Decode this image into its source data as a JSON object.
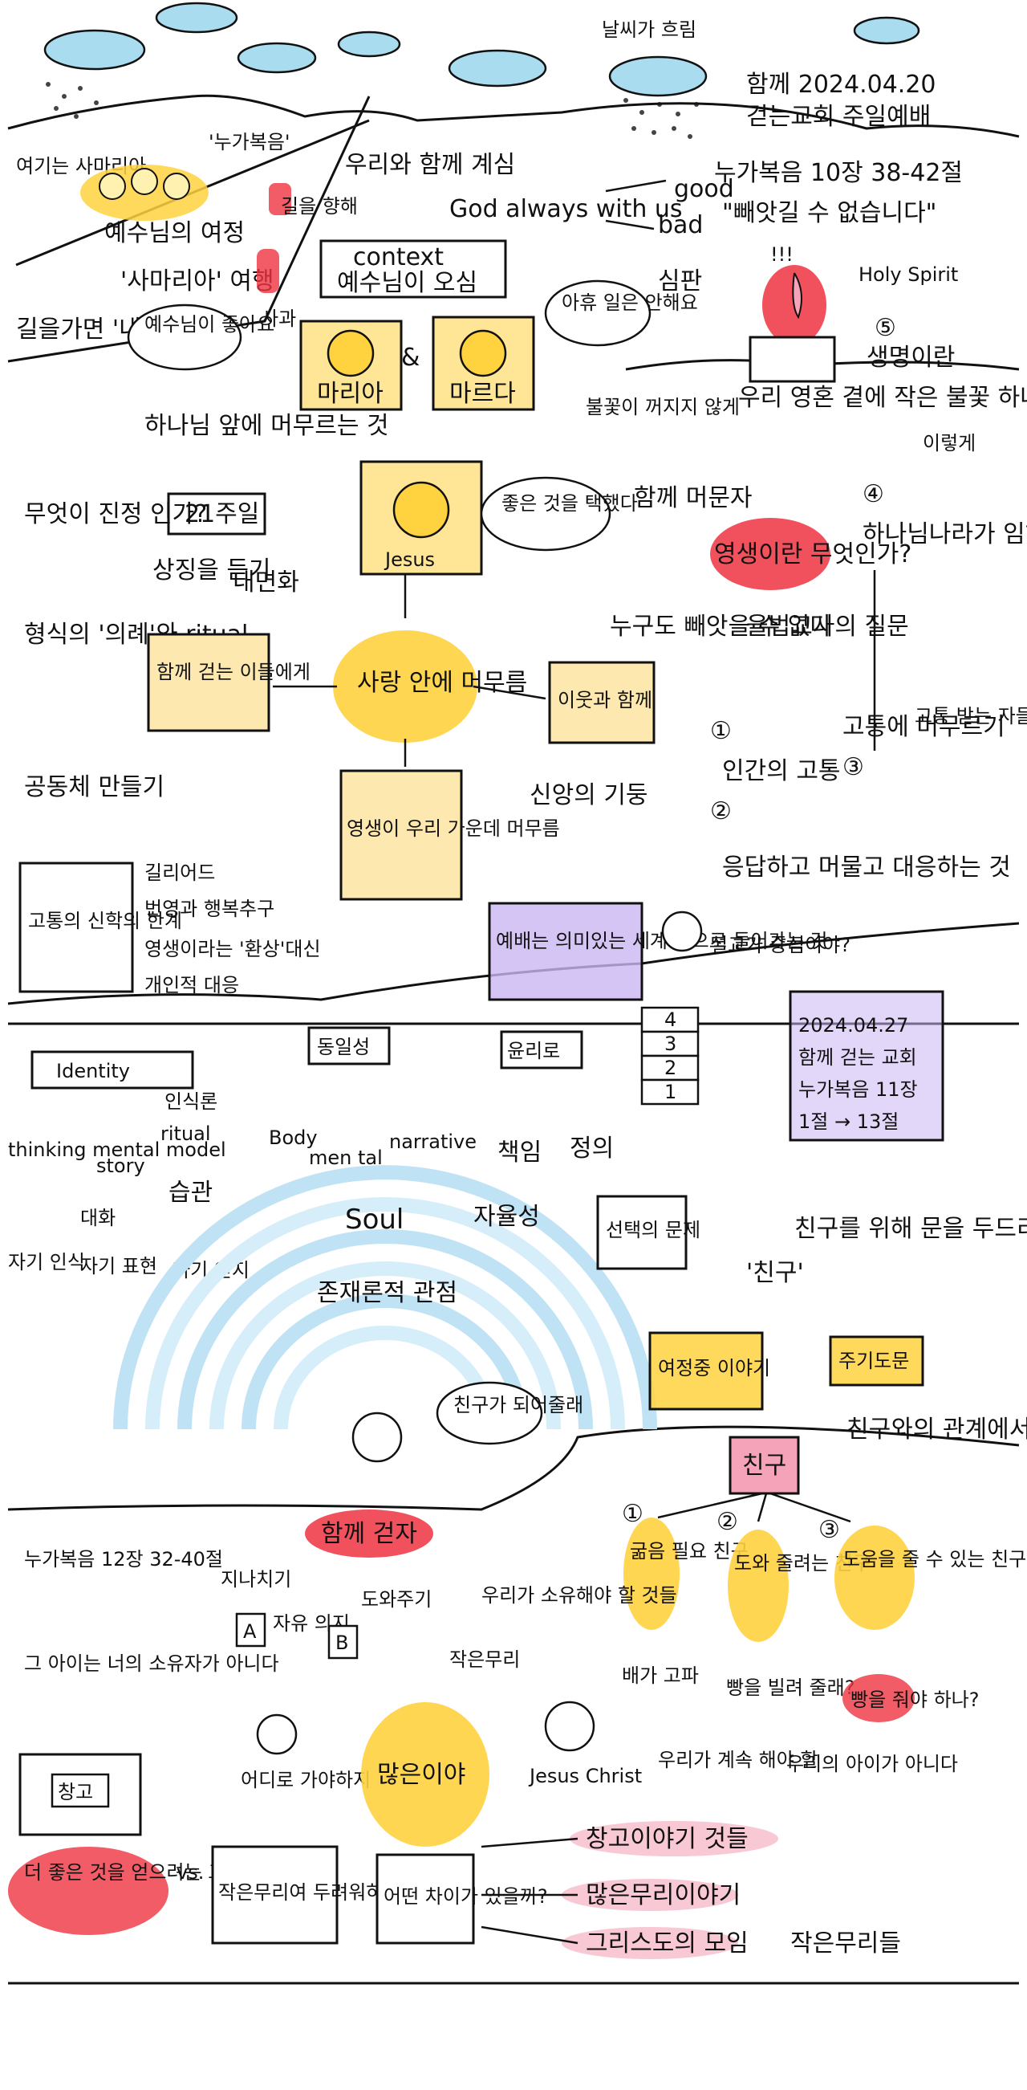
{
  "colors": {
    "ink": "#111111",
    "yellow": "#ffd23f",
    "blue": "#bfe3f5",
    "red": "#ef3340",
    "pink": "#f4a3b8",
    "purple": "#cbb6f3",
    "cream": "#fde8b0",
    "teal_cloud": "#a9dcef"
  },
  "header": {
    "weather_note": "날씨가 흐림",
    "date_line": "함께 2024.04.20",
    "church_line": "걷는교회 주일예배",
    "scripture": "누가복음 10장 38-42절",
    "quote": "\"빼앗길 수 없습니다\"",
    "spirit_note": "Holy Spirit",
    "emphasis_marks": "!!!"
  },
  "section1": {
    "samaria_note": "여기는 사마리아",
    "luke_label": "'누가복음'",
    "jesus_journey": "예수님의 여정",
    "samaria_journey": "'사마리아' 여행",
    "walking_note": "길을가면 '내'가 된다",
    "road_note": "길을 향해",
    "apple_note": "사과",
    "together_title": "우리와 함께 계심",
    "god_line": "God always with us",
    "good": "good",
    "bad": "bad",
    "judgement": "심판",
    "context_line1": "context",
    "context_line2": "예수님이 오심",
    "jesus_like": "예수님이 좋아요",
    "mary": "마리아",
    "martha": "마르다",
    "and_mark": "&",
    "busy_note": "아휴 일은 안해요",
    "fire_number": "⑤",
    "life_question": "생명이란",
    "fire_question": "우리 영혼 곁에 작은 불꽃 하나",
    "fire_keep": "불꽃이 꺼지지 않게",
    "what_is_spirit": "영생이란 무엇인가?"
  },
  "section2": {
    "stay_before_god": "하나님 앞에 머무르는 것",
    "week_box": "21주일",
    "listen": "상징을 듣기",
    "inner": "내면화",
    "jesus": "Jesus",
    "good_choice": "좋은 것을 택했다",
    "together_stay": "함께 머문자",
    "nobody_takes": "누구도 빼앗을 수 없다",
    "lawyer_question": "율법교사의 질문",
    "what_is_true": "무엇이 진정 인가?",
    "ritual_form": "형식의 '의례'와 ritual",
    "community": "공동체 만들기",
    "walking_people": "함께 걷는 이들에게",
    "stay_with_love": "사랑 안에 머무름",
    "friend_together": "이웃과 함께",
    "eternal_stay": "영생이 우리 가운데 머무름",
    "covenant_pillar": "신앙의 기둥",
    "step1": "①",
    "step1_text": "인간의 고통",
    "step2": "②",
    "step2_text": "응답하고 머물고 대응하는 것",
    "step3": "③",
    "step3_text": "고통에 머무르기",
    "step3_side": "고통 받는 자들과 함께 하기",
    "step4": "④",
    "step4_text": "하나님나라가 임하는 순간",
    "this_way": "이렇게",
    "pain_box": "고통의 신학의 한계",
    "list1": "길리어드",
    "list2": "번영과 행복추구",
    "list3": "영생이라는 '환상'대신",
    "list4": "개인적 대응",
    "worship_box": "예배는 의미있는 세계 안으로 들어가는 것",
    "stairs": [
      "4",
      "3",
      "2",
      "1"
    ],
    "seolgyo": "설교가 중심이야?"
  },
  "section3": {
    "identity": "Identity",
    "sameness": "동일성",
    "ethics": "윤리로",
    "recognition": "인식론",
    "thinking": "thinking mental model",
    "story": "story",
    "ritual": "ritual",
    "dialogue": "대화",
    "habit": "습관",
    "self_recog": "자기 인식",
    "self_expr": "자기 표현",
    "self_know": "자기 인지",
    "body": "Body",
    "mental": "men tal",
    "narrative": "narrative",
    "soul": "Soul",
    "existence": "존재론적 관점",
    "choice_box": "선택의 문제",
    "responsibility": "책임",
    "justice": "정의",
    "freedom": "자율성",
    "friend_quote": "'친구'",
    "friend_note": "친구가 되어줄래",
    "walker": "함께 걷자",
    "record_date": "2024.04.27",
    "record_church": "함께 걷는 교회",
    "record_scripture": "누가복음 11장",
    "record_verses": "1절 → 13절",
    "friend_seek": "친구를 위해 문을 두드리는 사람",
    "story_box": "여정중 이야기",
    "door_box": "주기도문",
    "friend_relation": "친구와의 관계에서",
    "friend_center": "친구"
  },
  "section4": {
    "n1": "①",
    "n2": "②",
    "n3": "③",
    "f1": "굶음 필요 친구",
    "f2": "도와 줄려는 친구",
    "f3": "도움을 줄 수 있는 친구",
    "f1_note": "배가 고파",
    "f2_note": "빵을 빌려 줄래?",
    "f3_note": "빵을 줘야 하나?",
    "luke12": "누가복음 12장 32-40절",
    "not_yours": "그 아이는 너의 소유자가 아니다",
    "passing": "지나치기",
    "help_give": "도와주기",
    "box_a": "A",
    "free_will": "자유 의지",
    "box_b": "B",
    "where_go": "어디로 가야하지",
    "we_must_have": "우리가 소유해야 할 것들",
    "small_flock": "작은무리",
    "big_blob": "많은이야",
    "jesus_christ": "Jesus Christ",
    "we_must": "우리가 계속 해야 할",
    "not_ours": "우리의 아이가 아니다",
    "barn": "창고",
    "more_things": "더 좋은 것을 얻으려는 그것",
    "vs": "vs.",
    "small_fear": "작은무리여 두려워하지 말아라",
    "diff_question": "어떤 차이가 있을까?",
    "arrow1": "창고이야기 것들",
    "arrow2": "많은무리이야기",
    "arrow3": "그리스도의 모임",
    "small_many": "작은무리들"
  }
}
